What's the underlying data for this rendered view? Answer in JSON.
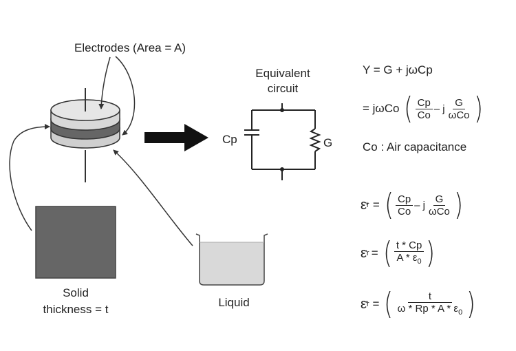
{
  "labels": {
    "electrodes": "Electrodes (Area = A)",
    "equivalent": "Equivalent",
    "circuit": "circuit",
    "cp": "Cp",
    "g": "G",
    "solid": "Solid",
    "thickness": "thickness = t",
    "liquid": "Liquid"
  },
  "equations": {
    "admittance": "Y = G + jωCp",
    "eq2_prefix": "= jωCo",
    "co_def": "Co : Air capacitance",
    "f_cp": "Cp",
    "f_co": "Co",
    "f_g": "G",
    "f_wco": "ωCo",
    "minus_j": "– j",
    "eps": "ε",
    "r": "r",
    "star": "*",
    "prime1": "'",
    "prime2": "\"",
    "equals": "=",
    "t_cp": "t * Cp",
    "a_e0": "A * ε",
    "zero": "0",
    "t": "t",
    "w_rp_a": "ω * Rp * A * ε"
  }
}
